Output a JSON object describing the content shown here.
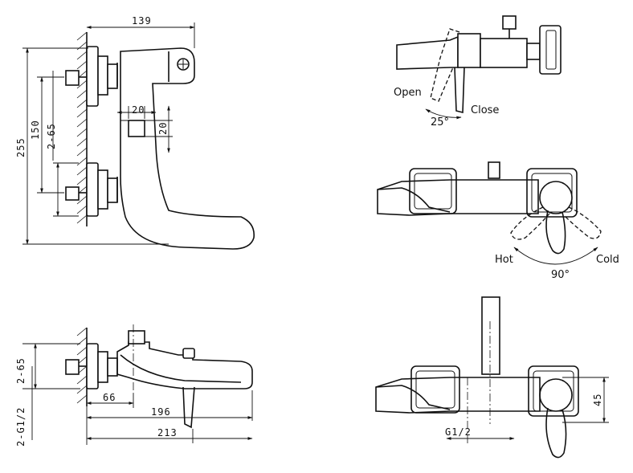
{
  "side_view": {
    "dims": {
      "width": "139",
      "height": "255",
      "spacing": "150",
      "adjust": "2-65",
      "offset_h": "20",
      "offset_v": "20"
    }
  },
  "top_view": {
    "dims": {
      "adjust": "2-65",
      "depth_a": "66",
      "depth_b": "196",
      "depth_c": "213",
      "thread": "2-G1/2"
    }
  },
  "lever_open_close": {
    "open": "Open",
    "close": "Close",
    "angle": "25°"
  },
  "lever_hot_cold": {
    "hot": "Hot",
    "cold": "Cold",
    "angle": "90°"
  },
  "front_shower_view": {
    "dims": {
      "height": "45",
      "thread": "G1/2"
    }
  }
}
